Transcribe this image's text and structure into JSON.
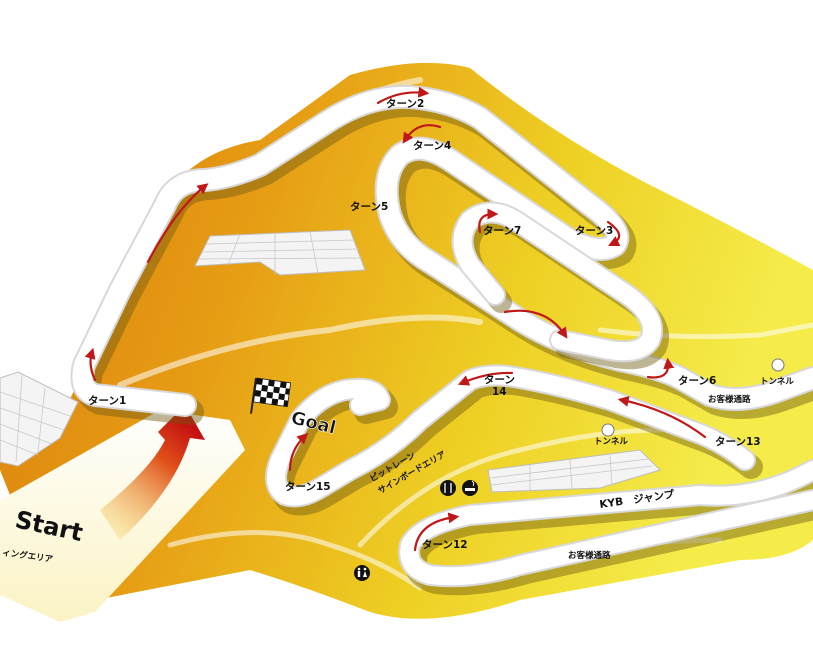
{
  "map": {
    "start_label": "Start",
    "goal_label": "Goal",
    "gridding_area_label": "ィングエリア",
    "pit_lane_label_line1": "ピットレーン",
    "pit_lane_label_line2": "サインボードエリア",
    "kyb_jump_label": "KYB　ジャンプ",
    "turns": [
      {
        "label": "ターン1"
      },
      {
        "label": "ターン2"
      },
      {
        "label": "ターン3"
      },
      {
        "label": "ターン4"
      },
      {
        "label": "ターン5"
      },
      {
        "label": "ターン6"
      },
      {
        "label": "ターン7"
      },
      {
        "label": "ターン12"
      },
      {
        "label": "ターン13"
      },
      {
        "label": "ターン"
      },
      {
        "label": "14"
      },
      {
        "label": "ターン15"
      }
    ],
    "tunnels": [
      {
        "label": "トンネル"
      },
      {
        "label": "トンネル"
      }
    ],
    "walkways": [
      {
        "label": "お客様通路"
      },
      {
        "label": "お客様通路"
      }
    ],
    "icons": [
      "restaurant-icon",
      "smoking-area-icon",
      "restroom-icon",
      "checkered-flag-icon"
    ],
    "colors": {
      "ground_orange": "#e08a0e",
      "ground_yellow": "#f3e22a",
      "arrow_red": "#c01818",
      "track": "#ffffff"
    }
  }
}
